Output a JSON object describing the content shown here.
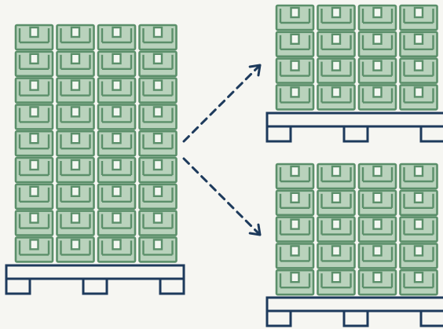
{
  "colors": {
    "background": "#f6f6f2",
    "box_fill": "#b9d2bc",
    "box_stroke": "#5b8f6a",
    "pallet_stroke": "#1d3a5c",
    "pallet_fill": "#f6f6f2",
    "arrow_stroke": "#1d3a5c"
  },
  "icons": {
    "box": "cardboard-box-icon",
    "pallet": "pallet-icon",
    "arrow": "dashed-arrow-icon"
  },
  "stacks": [
    {
      "role": "source",
      "columns": 4,
      "rows": 9
    },
    {
      "role": "split-top",
      "columns": 4,
      "rows": 4
    },
    {
      "role": "split-bottom",
      "columns": 4,
      "rows": 5
    }
  ]
}
